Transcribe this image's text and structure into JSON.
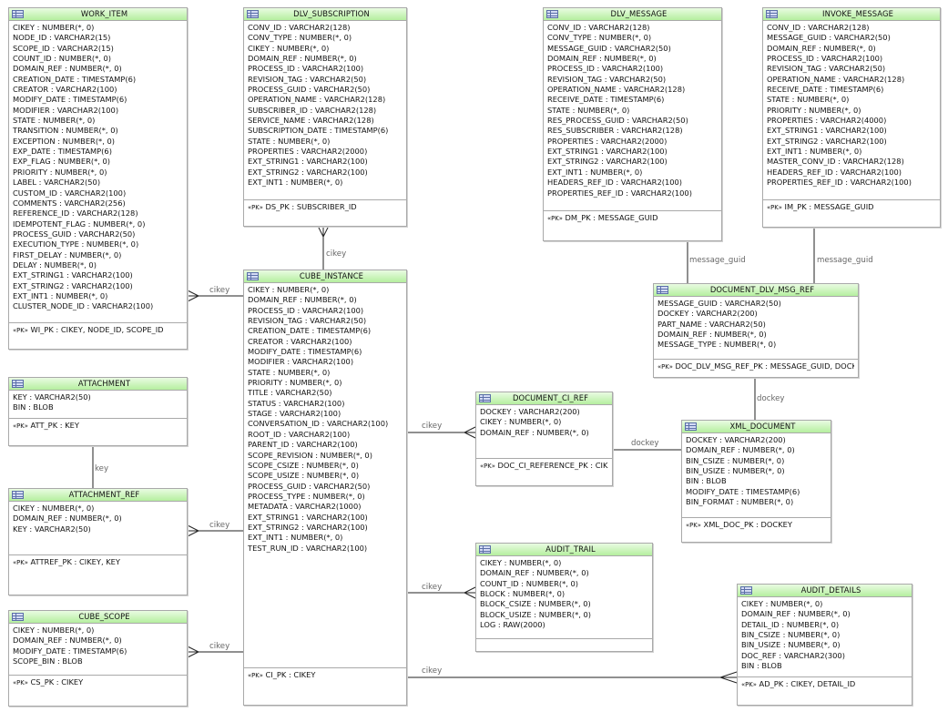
{
  "entities": {
    "work_item": {
      "title": "WORK_ITEM",
      "columns": [
        "CIKEY : NUMBER(*, 0)",
        "NODE_ID : VARCHAR2(15)",
        "SCOPE_ID : VARCHAR2(15)",
        "COUNT_ID : NUMBER(*, 0)",
        "DOMAIN_REF : NUMBER(*, 0)",
        "CREATION_DATE : TIMESTAMP(6)",
        "CREATOR : VARCHAR2(100)",
        "MODIFY_DATE : TIMESTAMP(6)",
        "MODIFIER : VARCHAR2(100)",
        "STATE : NUMBER(*, 0)",
        "TRANSITION : NUMBER(*, 0)",
        "EXCEPTION : NUMBER(*, 0)",
        "EXP_DATE : TIMESTAMP(6)",
        "EXP_FLAG : NUMBER(*, 0)",
        "PRIORITY : NUMBER(*, 0)",
        "LABEL : VARCHAR2(50)",
        "CUSTOM_ID : VARCHAR2(100)",
        "COMMENTS : VARCHAR2(256)",
        "REFERENCE_ID : VARCHAR2(128)",
        "IDEMPOTENT_FLAG : NUMBER(*, 0)",
        "PROCESS_GUID : VARCHAR2(50)",
        "EXECUTION_TYPE : NUMBER(*, 0)",
        "FIRST_DELAY : NUMBER(*, 0)",
        "DELAY : NUMBER(*, 0)",
        "EXT_STRING1 : VARCHAR2(100)",
        "EXT_STRING2 : VARCHAR2(100)",
        "EXT_INT1 : NUMBER(*, 0)",
        "CLUSTER_NODE_ID : VARCHAR2(100)"
      ],
      "keys": [
        "WI_PK : CIKEY, NODE_ID, SCOPE_ID"
      ]
    },
    "dlv_subscription": {
      "title": "DLV_SUBSCRIPTION",
      "columns": [
        "CONV_ID : VARCHAR2(128)",
        "CONV_TYPE : NUMBER(*, 0)",
        "CIKEY : NUMBER(*, 0)",
        "DOMAIN_REF : NUMBER(*, 0)",
        "PROCESS_ID : VARCHAR2(100)",
        "REVISION_TAG : VARCHAR2(50)",
        "PROCESS_GUID : VARCHAR2(50)",
        "OPERATION_NAME : VARCHAR2(128)",
        "SUBSCRIBER_ID : VARCHAR2(128)",
        "SERVICE_NAME : VARCHAR2(128)",
        "SUBSCRIPTION_DATE : TIMESTAMP(6)",
        "STATE : NUMBER(*, 0)",
        "PROPERTIES : VARCHAR2(2000)",
        "EXT_STRING1 : VARCHAR2(100)",
        "EXT_STRING2 : VARCHAR2(100)",
        "EXT_INT1 : NUMBER(*, 0)"
      ],
      "keys": [
        "DS_PK : SUBSCRIBER_ID"
      ]
    },
    "dlv_message": {
      "title": "DLV_MESSAGE",
      "columns": [
        "CONV_ID : VARCHAR2(128)",
        "CONV_TYPE : NUMBER(*, 0)",
        "MESSAGE_GUID : VARCHAR2(50)",
        "DOMAIN_REF : NUMBER(*, 0)",
        "PROCESS_ID : VARCHAR2(100)",
        "REVISION_TAG : VARCHAR2(50)",
        "OPERATION_NAME : VARCHAR2(128)",
        "RECEIVE_DATE : TIMESTAMP(6)",
        "STATE : NUMBER(*, 0)",
        "RES_PROCESS_GUID : VARCHAR2(50)",
        "RES_SUBSCRIBER : VARCHAR2(128)",
        "PROPERTIES : VARCHAR2(2000)",
        "EXT_STRING1 : VARCHAR2(100)",
        "EXT_STRING2 : VARCHAR2(100)",
        "EXT_INT1 : NUMBER(*, 0)",
        "HEADERS_REF_ID : VARCHAR2(100)",
        "PROPERTIES_REF_ID : VARCHAR2(100)"
      ],
      "keys": [
        "DM_PK : MESSAGE_GUID"
      ]
    },
    "invoke_message": {
      "title": "INVOKE_MESSAGE",
      "columns": [
        "CONV_ID : VARCHAR2(128)",
        "MESSAGE_GUID : VARCHAR2(50)",
        "DOMAIN_REF : NUMBER(*, 0)",
        "PROCESS_ID : VARCHAR2(100)",
        "REVISION_TAG : VARCHAR2(50)",
        "OPERATION_NAME : VARCHAR2(128)",
        "RECEIVE_DATE : TIMESTAMP(6)",
        "STATE : NUMBER(*, 0)",
        "PRIORITY : NUMBER(*, 0)",
        "PROPERTIES : VARCHAR2(4000)",
        "EXT_STRING1 : VARCHAR2(100)",
        "EXT_STRING2 : VARCHAR2(100)",
        "EXT_INT1 : NUMBER(*, 0)",
        "MASTER_CONV_ID : VARCHAR2(128)",
        "HEADERS_REF_ID : VARCHAR2(100)",
        "PROPERTIES_REF_ID : VARCHAR2(100)"
      ],
      "keys": [
        "IM_PK : MESSAGE_GUID"
      ]
    },
    "cube_instance": {
      "title": "CUBE_INSTANCE",
      "columns": [
        "CIKEY : NUMBER(*, 0)",
        "DOMAIN_REF : NUMBER(*, 0)",
        "PROCESS_ID : VARCHAR2(100)",
        "REVISION_TAG : VARCHAR2(50)",
        "CREATION_DATE : TIMESTAMP(6)",
        "CREATOR : VARCHAR2(100)",
        "MODIFY_DATE : TIMESTAMP(6)",
        "MODIFIER : VARCHAR2(100)",
        "STATE : NUMBER(*, 0)",
        "PRIORITY : NUMBER(*, 0)",
        "TITLE : VARCHAR2(50)",
        "STATUS : VARCHAR2(100)",
        "STAGE : VARCHAR2(100)",
        "CONVERSATION_ID : VARCHAR2(100)",
        "ROOT_ID : VARCHAR2(100)",
        "PARENT_ID : VARCHAR2(100)",
        "SCOPE_REVISION : NUMBER(*, 0)",
        "SCOPE_CSIZE : NUMBER(*, 0)",
        "SCOPE_USIZE : NUMBER(*, 0)",
        "PROCESS_GUID : VARCHAR2(50)",
        "PROCESS_TYPE : NUMBER(*, 0)",
        "METADATA : VARCHAR2(1000)",
        "EXT_STRING1 : VARCHAR2(100)",
        "EXT_STRING2 : VARCHAR2(100)",
        "EXT_INT1 : NUMBER(*, 0)",
        "TEST_RUN_ID : VARCHAR2(100)"
      ],
      "keys": [
        "CI_PK : CIKEY"
      ]
    },
    "document_dlv_msg_ref": {
      "title": "DOCUMENT_DLV_MSG_REF",
      "columns": [
        "MESSAGE_GUID : VARCHAR2(50)",
        "DOCKEY : VARCHAR2(200)",
        "PART_NAME : VARCHAR2(50)",
        "DOMAIN_REF : NUMBER(*, 0)",
        "MESSAGE_TYPE : NUMBER(*, 0)"
      ],
      "keys": [
        "DOC_DLV_MSG_REF_PK : MESSAGE_GUID, DOCKEY"
      ]
    },
    "attachment": {
      "title": "ATTACHMENT",
      "columns": [
        "KEY : VARCHAR2(50)",
        "BIN : BLOB"
      ],
      "keys": [
        "ATT_PK : KEY"
      ]
    },
    "document_ci_ref": {
      "title": "DOCUMENT_CI_REF",
      "columns": [
        "DOCKEY : VARCHAR2(200)",
        "CIKEY : NUMBER(*, 0)",
        "DOMAIN_REF : NUMBER(*, 0)"
      ],
      "keys": [
        "DOC_CI_REFERENCE_PK : CIKEY, DOCKEY"
      ]
    },
    "xml_document": {
      "title": "XML_DOCUMENT",
      "columns": [
        "DOCKEY : VARCHAR2(200)",
        "DOMAIN_REF : NUMBER(*, 0)",
        "BIN_CSIZE : NUMBER(*, 0)",
        "BIN_USIZE : NUMBER(*, 0)",
        "BIN : BLOB",
        "MODIFY_DATE : TIMESTAMP(6)",
        "BIN_FORMAT : NUMBER(*, 0)"
      ],
      "keys": [
        "XML_DOC_PK : DOCKEY"
      ]
    },
    "attachment_ref": {
      "title": "ATTACHMENT_REF",
      "columns": [
        "CIKEY : NUMBER(*, 0)",
        "DOMAIN_REF : NUMBER(*, 0)",
        "KEY : VARCHAR2(50)"
      ],
      "keys": [
        "ATTREF_PK : CIKEY, KEY"
      ]
    },
    "audit_trail": {
      "title": "AUDIT_TRAIL",
      "columns": [
        "CIKEY : NUMBER(*, 0)",
        "DOMAIN_REF : NUMBER(*, 0)",
        "COUNT_ID : NUMBER(*, 0)",
        "BLOCK : NUMBER(*, 0)",
        "BLOCK_CSIZE : NUMBER(*, 0)",
        "BLOCK_USIZE : NUMBER(*, 0)",
        "LOG : RAW(2000)"
      ],
      "keys": []
    },
    "audit_details": {
      "title": "AUDIT_DETAILS",
      "columns": [
        "CIKEY : NUMBER(*, 0)",
        "DOMAIN_REF : NUMBER(*, 0)",
        "DETAIL_ID : NUMBER(*, 0)",
        "BIN_CSIZE : NUMBER(*, 0)",
        "BIN_USIZE : NUMBER(*, 0)",
        "DOC_REF : VARCHAR2(300)",
        "BIN : BLOB"
      ],
      "keys": [
        "AD_PK : CIKEY, DETAIL_ID"
      ]
    },
    "cube_scope": {
      "title": "CUBE_SCOPE",
      "columns": [
        "CIKEY : NUMBER(*, 0)",
        "DOMAIN_REF : NUMBER(*, 0)",
        "MODIFY_DATE : TIMESTAMP(6)",
        "SCOPE_BIN : BLOB"
      ],
      "keys": [
        "CS_PK : CIKEY"
      ]
    }
  },
  "pk_marker": "«PK»",
  "links": [
    {
      "id": "link-subscription-cikey",
      "label": "cikey"
    },
    {
      "id": "link-workitem-cikey",
      "label": "cikey"
    },
    {
      "id": "link-attachmentref-cikey",
      "label": "cikey"
    },
    {
      "id": "link-cubescope-cikey",
      "label": "cikey"
    },
    {
      "id": "link-docciref-cikey",
      "label": "cikey"
    },
    {
      "id": "link-audittrail-cikey",
      "label": "cikey"
    },
    {
      "id": "link-auditdetails-cikey",
      "label": "cikey"
    },
    {
      "id": "link-attachment-key",
      "label": "key"
    },
    {
      "id": "link-dlvmessage-guid",
      "label": "message_guid"
    },
    {
      "id": "link-invokemessage-guid",
      "label": "message_guid"
    },
    {
      "id": "link-dlvmsgref-dockey",
      "label": "dockey"
    },
    {
      "id": "link-docciref-dockey",
      "label": "dockey"
    }
  ],
  "line_color": "#222222",
  "header_color": "#b5ef9f",
  "icon_name": "table-icon"
}
